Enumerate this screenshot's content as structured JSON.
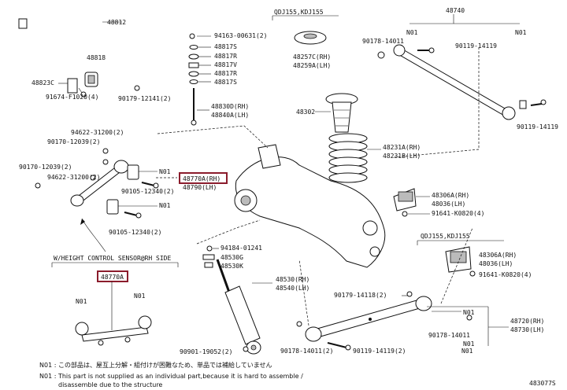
{
  "labels": {
    "p48812": "48812",
    "p94163": "94163-00631(2)",
    "p48817s_top": "48817S",
    "p48817r_a": "48817R",
    "p48817v": "48817V",
    "p48817r_b": "48817R",
    "p48817s_b": "48817S",
    "p48818": "48818",
    "p48823c": "48823C",
    "p91674": "91674-F1020(4)",
    "p90179": "90179-12141(2)",
    "p48830d": "48830D(RH)",
    "p48840a": "48840A(LH)",
    "qdj_top": "QDJ155,KDJ155",
    "p48257c": "48257C(RH)",
    "p48259a": "48259A(LH)",
    "p48302": "48302",
    "p48231a": "48231A(RH)",
    "p48231b": "48231B(LH)",
    "p48740": "48740",
    "n01_a": "N01",
    "n01_b": "N01",
    "p90178_top": "90178-14011",
    "p90119_top": "90119-14119",
    "p90119_right": "90119-14119",
    "p94622_a": "94622-31200(2)",
    "p90170_a": "90170-12039(2)",
    "p90170_b": "90170-12039(2)",
    "p94622_b": "94622-31200(2)",
    "n01_c": "N01",
    "p48770a_main": "48770A(RH)",
    "p48790": "48790(LH)",
    "p90105_a": "90105-12340(2)",
    "n01_d": "N01",
    "p90105_b": "90105-12340(2)",
    "p48306a_a": "48306A(RH)",
    "p48036": "48036(LH)",
    "p91641_a": "91641-K0820(4)",
    "qdj_mid": "QDJ155,KDJ155",
    "p48306a_b": "48306A(RH)",
    "p48036_b": "48036(LH)",
    "p91641_b": "91641-K0820(4)",
    "sensor_side": "W/HEIGHT CONTROL SENSOR@RH SIDE",
    "p48770a_sub": "48770A",
    "n01_e": "N01",
    "n01_f": "N01",
    "p94184": "94184-01241",
    "p48530g": "48530G",
    "p48530k": "48530K",
    "p48530": "48530(RH)",
    "p48540": "48540(LH)",
    "p90901": "90901-19052(2)",
    "p90179_low": "90179-14118(2)",
    "n01_g": "N01",
    "p48720": "48720(RH)",
    "p48730": "48730(LH)",
    "p90178_low": "90178-14011(2)",
    "p90119_low": "90119-14119(2)",
    "p90178_low2": "90178-14011",
    "n01_h": "N01",
    "n01_i": "N01",
    "note1": "N01 : この部品は、屋互上分解・組付けが困難なため、単品では補給していません",
    "note2": "N01 : This part is not supplied as an individual part,because it is hard to assemble /",
    "note3": "disassemble due to the structure",
    "diagram_id": "483077S"
  },
  "colors": {
    "highlight": "#8b1c2c",
    "line": "#111111"
  }
}
